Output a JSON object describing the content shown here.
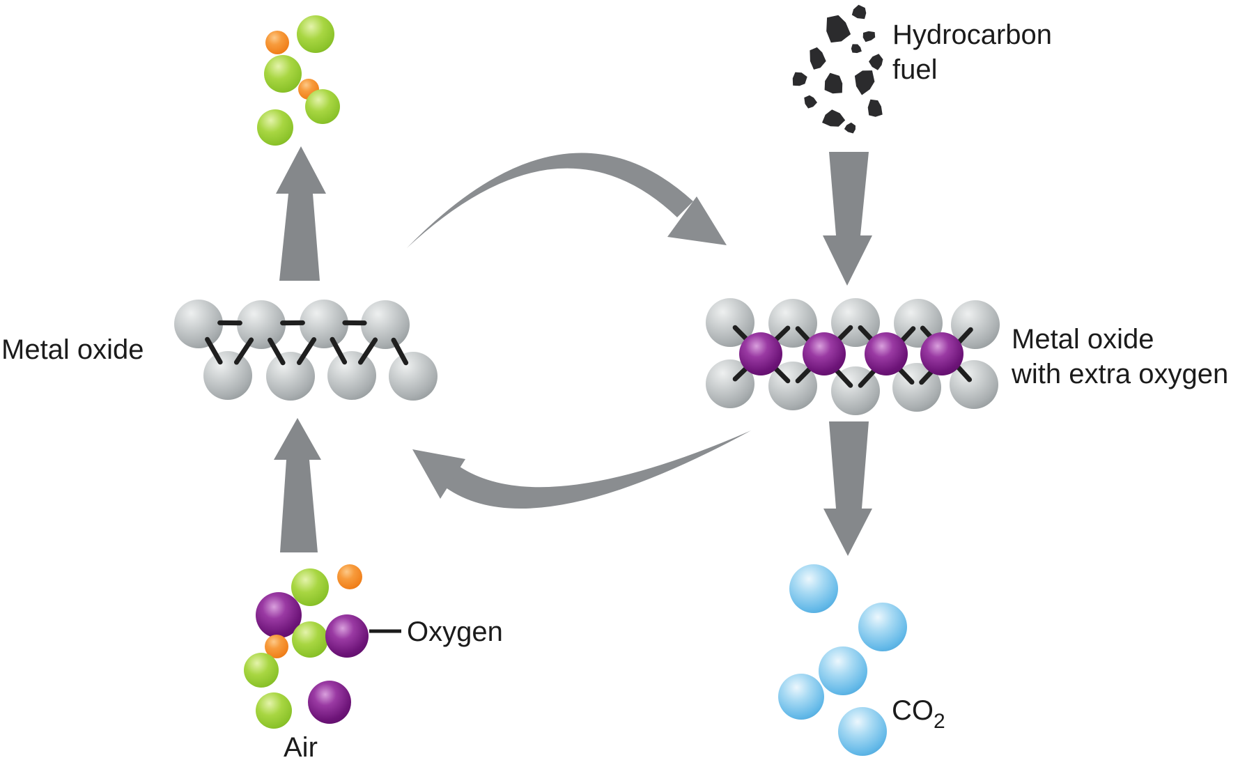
{
  "title": "Chemical looping combustion cycle diagram",
  "labels": {
    "metal_oxide": "Metal oxide",
    "hydrocarbon_fuel_line1": "Hydrocarbon",
    "hydrocarbon_fuel_line2": "fuel",
    "metal_oxide_extra_line1": "Metal oxide",
    "metal_oxide_extra_line2": "with extra oxygen",
    "oxygen": "Oxygen",
    "air": "Air",
    "co2_base": "CO",
    "co2_sub": "2"
  },
  "palette": {
    "metal_gray": "#c3c7c9",
    "oxygen_purple": "#7d2786",
    "air_green": "#a2d43a",
    "air_orange": "#f5821f",
    "co2_blue": "#64b9e8",
    "fuel_black": "#2b2b2d",
    "arrow_gray": "#85888b",
    "arc_gray": "#8a8d90",
    "bond_black": "#1f1f1f",
    "text_black": "#1b1b1b"
  }
}
